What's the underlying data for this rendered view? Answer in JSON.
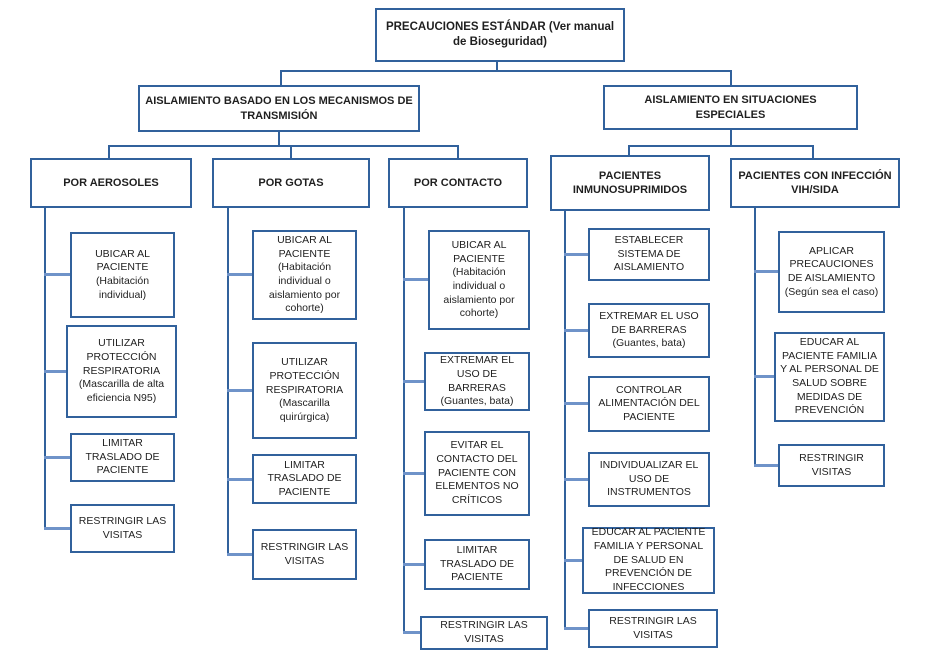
{
  "theme": {
    "border_color": "#31619c",
    "connector_color": "#31619c",
    "stub_color": "#6f93c9",
    "text_color": "#1f1f1f",
    "background": "#ffffff"
  },
  "diagram": {
    "type": "flowchart",
    "root": {
      "label": "PRECAUCIONES  ESTÁNDAR (Ver manual de Bioseguridad)"
    },
    "branches": [
      {
        "label": "AISLAMIENTO  BASADO EN LOS MECANISMOS  DE TRANSMISIÓN",
        "children": [
          {
            "label": "POR AEROSOLES",
            "items": [
              {
                "label": "UBICAR AL PACIENTE (Habitación individual)"
              },
              {
                "label": "UTILIZAR PROTECCIÓN RESPIRATORIA (Mascarilla de alta eficiencia N95)"
              },
              {
                "label": "LIMITAR TRASLADO DE PACIENTE"
              },
              {
                "label": "RESTRINGIR LAS VISITAS"
              }
            ]
          },
          {
            "label": "POR GOTAS",
            "items": [
              {
                "label": "UBICAR AL PACIENTE (Habitación individual o aislamiento por cohorte)"
              },
              {
                "label": "UTILIZAR PROTECCIÓN RESPIRATORIA (Mascarilla quirúrgica)"
              },
              {
                "label": "LIMITAR TRASLADO DE PACIENTE"
              },
              {
                "label": "RESTRINGIR LAS VISITAS"
              }
            ]
          },
          {
            "label": "POR CONTACTO",
            "items": [
              {
                "label": "UBICAR AL PACIENTE (Habitación individual o aislamiento por cohorte)"
              },
              {
                "label": "EXTREMAR EL USO DE BARRERAS (Guantes, bata)"
              },
              {
                "label": "EVITAR EL CONTACTO DEL PACIENTE CON ELEMENTOS NO CRÍTICOS"
              },
              {
                "label": "LIMITAR TRASLADO DE PACIENTE"
              },
              {
                "label": "RESTRINGIR LAS VISITAS"
              }
            ]
          }
        ]
      },
      {
        "label": "AISLAMIENTO  EN SITUACIONES  ESPECIALES",
        "children": [
          {
            "label": "PACIENTES INMUNOSUPRIMIDOS",
            "items": [
              {
                "label": "ESTABLECER SISTEMA DE AISLAMIENTO"
              },
              {
                "label": "EXTREMAR EL USO DE BARRERAS (Guantes, bata)"
              },
              {
                "label": "CONTROLAR ALIMENTACIÓN DEL PACIENTE"
              },
              {
                "label": "INDIVIDUALIZAR EL USO DE INSTRUMENTOS"
              },
              {
                "label": "EDUCAR AL PACIENTE FAMILIA Y PERSONAL DE SALUD EN PREVENCIÓN DE INFECCIONES"
              },
              {
                "label": "RESTRINGIR LAS VISITAS"
              }
            ]
          },
          {
            "label": "PACIENTES  CON INFECCIÓN VIH/SIDA",
            "items": [
              {
                "label": "APLICAR PRECAUCIONES DE AISLAMIENTO (Según sea el caso)"
              },
              {
                "label": "EDUCAR AL PACIENTE FAMILIA Y AL PERSONAL DE SALUD SOBRE MEDIDAS DE PREVENCIÓN"
              },
              {
                "label": "RESTRINGIR VISITAS"
              }
            ]
          }
        ]
      }
    ]
  }
}
